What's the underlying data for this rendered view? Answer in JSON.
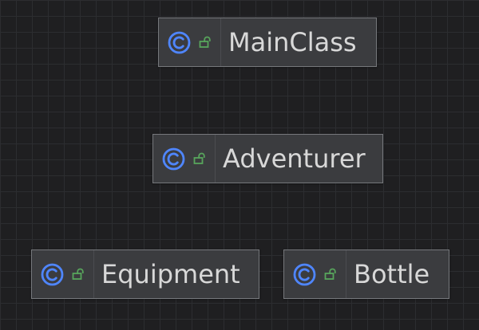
{
  "diagram": {
    "nodes": [
      {
        "name": "MainClass",
        "kind_icon": "class-icon",
        "visibility_icon": "unlocked-icon"
      },
      {
        "name": "Adventurer",
        "kind_icon": "class-icon",
        "visibility_icon": "unlocked-icon"
      },
      {
        "name": "Equipment",
        "kind_icon": "class-icon",
        "visibility_icon": "unlocked-icon"
      },
      {
        "name": "Bottle",
        "kind_icon": "class-icon",
        "visibility_icon": "unlocked-icon"
      }
    ]
  },
  "colors": {
    "background": "#1f1f21",
    "grid": "#2c2d30",
    "node_fill": "#3b3c3f",
    "node_border": "#76787c",
    "node_text": "#d8d8d8",
    "class_icon": "#4f86ff",
    "lock_icon": "#58a55c"
  }
}
